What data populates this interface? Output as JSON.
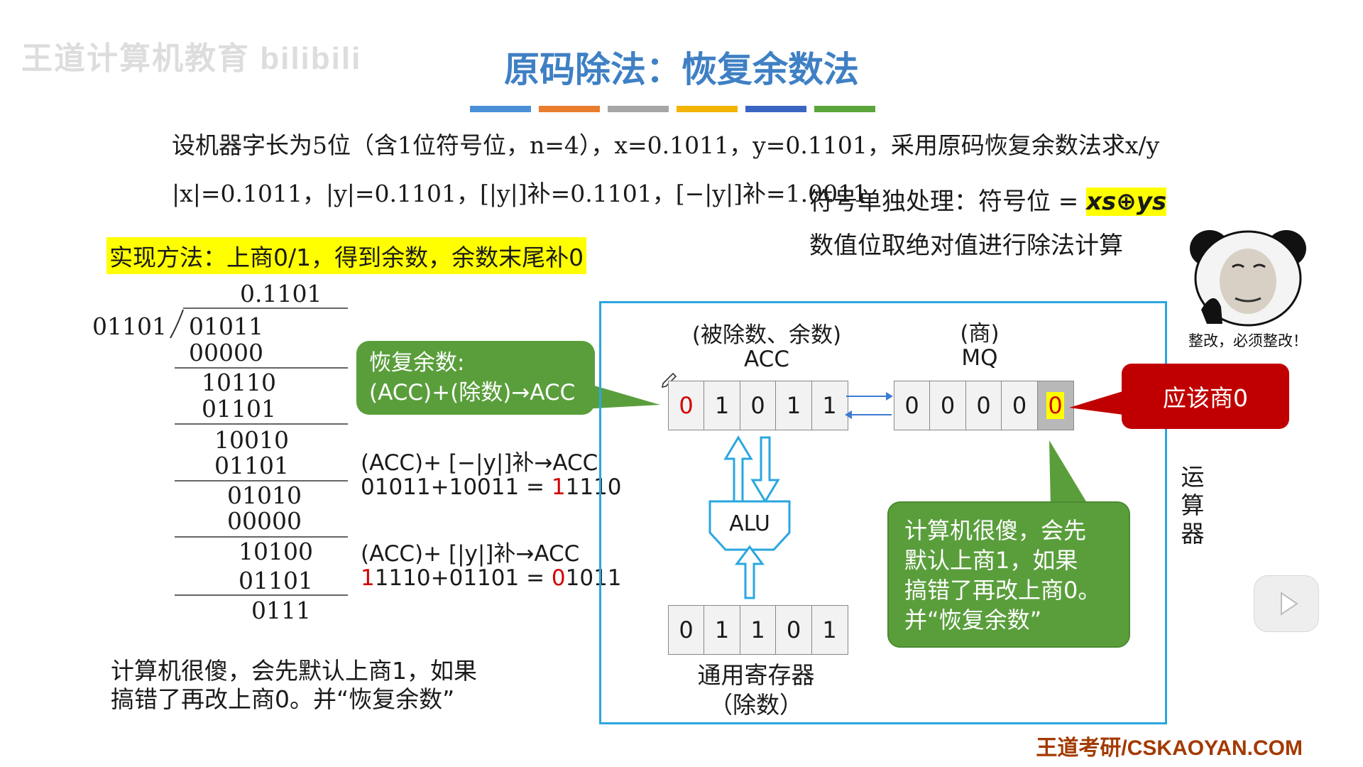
{
  "watermark": "王道计算机教育 bilibili",
  "title": "原码除法：恢复余数法",
  "colorbar_colors": [
    "#4a90d9",
    "#e87d2e",
    "#a6a6a6",
    "#f2b400",
    "#3b65c1",
    "#5aa63a"
  ],
  "problem": {
    "line1": "设机器字长为5位（含1位符号位，n=4），x=0.1011，y=0.1101，采用原码恢复余数法求x/y",
    "line2": "|x|=0.1011，|y|=0.1101，[|y|]补=0.1101，[−|y|]补=1.0011"
  },
  "sign_rule": {
    "line1_prefix": "符号单独处理：符号位 = ",
    "line1_formula": "xs⊕ys",
    "line2": "数值位取绝对值进行除法计算"
  },
  "method": "实现方法：上商0/1，得到余数，余数末尾补0",
  "long_division": {
    "quotient": "0.1101",
    "divisor": "01101",
    "rows": [
      "01011",
      "00000",
      "10110",
      "01101",
      "10010",
      "01101",
      "01010",
      "00000",
      "10100",
      "01101",
      "0111"
    ]
  },
  "ops": {
    "op1_expr": "(ACC)+ [−|y|]补→ACC",
    "op1_calc_prefix": "01011+10011 = ",
    "op1_calc_red": "1",
    "op1_calc_rest": "1110",
    "op2_expr": "(ACC)+ [|y|]补→ACC",
    "op2_calc_red1": "1",
    "op2_calc_mid": "1110+01101 = ",
    "op2_calc_red2": "0",
    "op2_calc_rest": "1011"
  },
  "note_bottom": {
    "line1": "计算机很傻，会先默认上商1，如果",
    "line2": "搞错了再改上商0。并“恢复余数”"
  },
  "callout_restore": {
    "line1": "恢复余数:",
    "line2": "(ACC)+(除数)→ACC"
  },
  "alu_box": {
    "acc_label1": "(被除数、余数)",
    "acc_label2": "ACC",
    "mq_label1": "(商)",
    "mq_label2": "MQ",
    "acc_bits": [
      "0",
      "1",
      "0",
      "1",
      "1"
    ],
    "mq_bits": [
      "0",
      "0",
      "0",
      "0",
      "0"
    ],
    "alu_label": "ALU",
    "gpr_bits": [
      "0",
      "1",
      "1",
      "0",
      "1"
    ],
    "gpr_label1": "通用寄存器",
    "gpr_label2": "（除数）",
    "side_label": [
      "运",
      "算",
      "器"
    ]
  },
  "callout_zero": "应该商0",
  "callout_green": {
    "line1": "计算机很傻，会先",
    "line2": "默认上商1，如果",
    "line3": "搞错了再改上商0。",
    "line4": "并“恢复余数”"
  },
  "meme_caption": "整改，必须整改！",
  "footer": "王道考研/CSKAOYAN.COM"
}
